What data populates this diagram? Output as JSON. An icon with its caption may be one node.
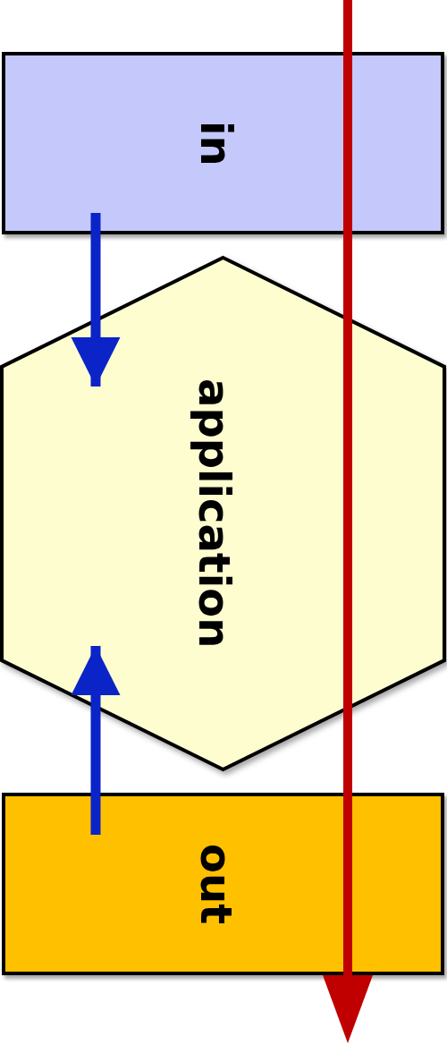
{
  "diagram": {
    "nodes": [
      {
        "text": [
          "in"
        ]
      },
      {
        "text": [
          "application"
        ]
      },
      {
        "text": [
          "out"
        ]
      }
    ],
    "edges": [
      {
        "from": 0,
        "to": 1,
        "arrow": "to"
      },
      {
        "from": 2,
        "to": 1,
        "arrow": "to"
      }
    ]
  }
}
